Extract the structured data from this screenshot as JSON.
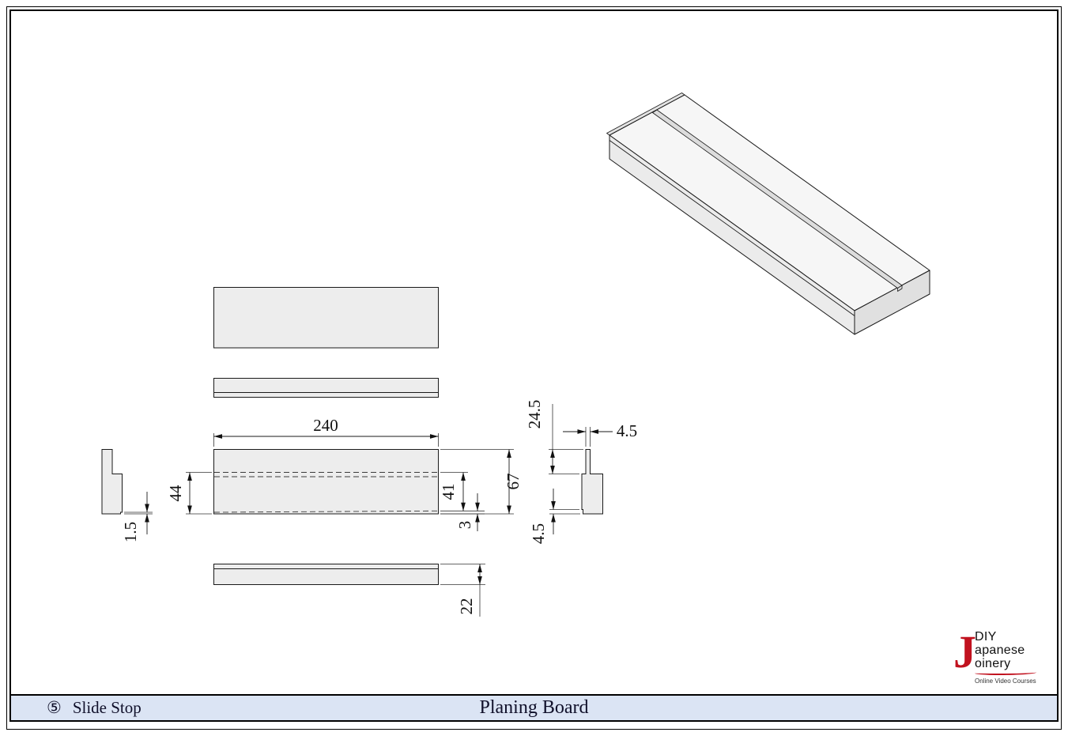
{
  "title_bar": {
    "number": "⑤",
    "part_name": "Slide Stop",
    "sheet_title": "Planing Board"
  },
  "logo": {
    "j": "J",
    "diy": "DIY",
    "japanese_rest": "apanese",
    "joinery_rest": "oinery",
    "tagline": "Online Video Courses",
    "accent_color": "#c1121f"
  },
  "colors": {
    "title_bar_bg": "#dbe4f4",
    "part_fill": "#ededed"
  },
  "drawing": {
    "dimensions": {
      "length": "240",
      "face_width": "44",
      "groove_to_edge": "41",
      "overall_width": "67",
      "taper_depth_right": "3",
      "taper_depth_left": "1.5",
      "thickness": "22",
      "groove_offset_top": "24.5",
      "groove_width_top": "4.5",
      "step_bottom": "4.5"
    }
  }
}
